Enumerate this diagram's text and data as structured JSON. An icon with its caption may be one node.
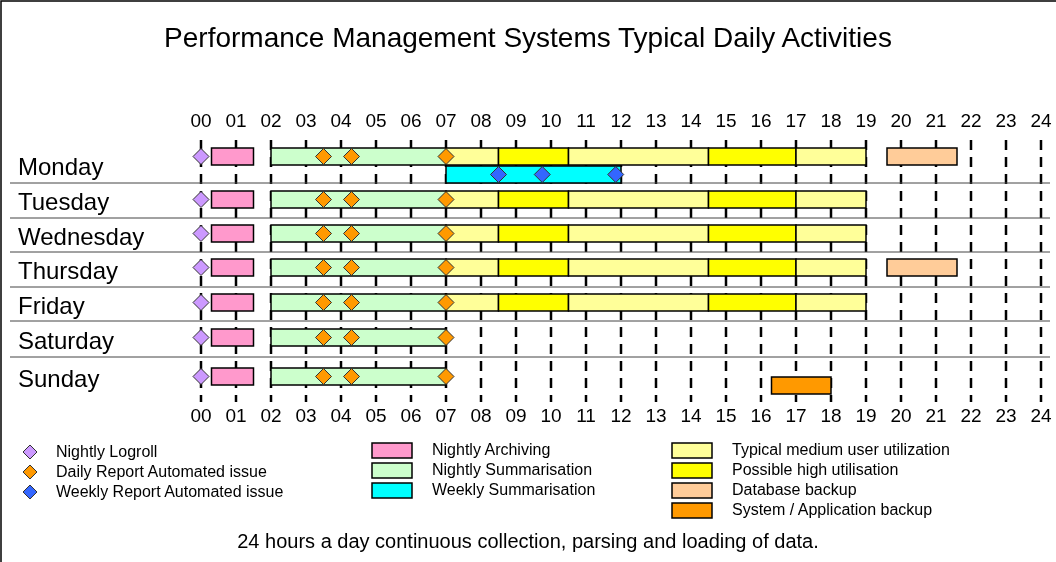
{
  "diagram": {
    "title": "Performance Management Systems Typical Daily Activities",
    "caption": "24 hours a day continuous collection, parsing and loading of data.",
    "labels": [
      "00",
      "01",
      "02",
      "03",
      "04",
      "05",
      "06",
      "07",
      "08",
      "09",
      "10",
      "11",
      "12",
      "13",
      "14",
      "15",
      "16",
      "17",
      "18",
      "19",
      "20",
      "21",
      "22",
      "23",
      "24",
      "Monday",
      "Tuesday",
      "Wednesday",
      "Thursday",
      "Friday",
      "Saturday",
      "Sunday",
      "00",
      "01",
      "02",
      "03",
      "04",
      "05",
      "06",
      "07",
      "08",
      "09",
      "10",
      "11",
      "12",
      "13",
      "14",
      "15",
      "16",
      "17",
      "18",
      "19",
      "20",
      "21",
      "22",
      "23",
      "24"
    ],
    "legend": [
      {
        "text": "Nightly Logroll",
        "color": "#cc99ff"
      },
      {
        "text": "Daily Report Automated issue",
        "color": "#ff9900"
      },
      {
        "text": "Weekly Report Automated issue",
        "color": "#3366ff"
      },
      {
        "text": "Nightly Archiving",
        "color": "#ff99cc"
      },
      {
        "text": "Nightly Summarisation",
        "color": "#ccffcc"
      },
      {
        "text": "Weekly Summarisation",
        "color": "#00ffff"
      },
      {
        "text": "Typical medium user utilization",
        "color": "#ffff99"
      },
      {
        "text": "Possible high utilisation",
        "color": "#ffff00"
      },
      {
        "text": "Database backup",
        "color": "#ffcc99"
      },
      {
        "text": "System / Application backup",
        "color": "#ff9900"
      }
    ]
  }
}
